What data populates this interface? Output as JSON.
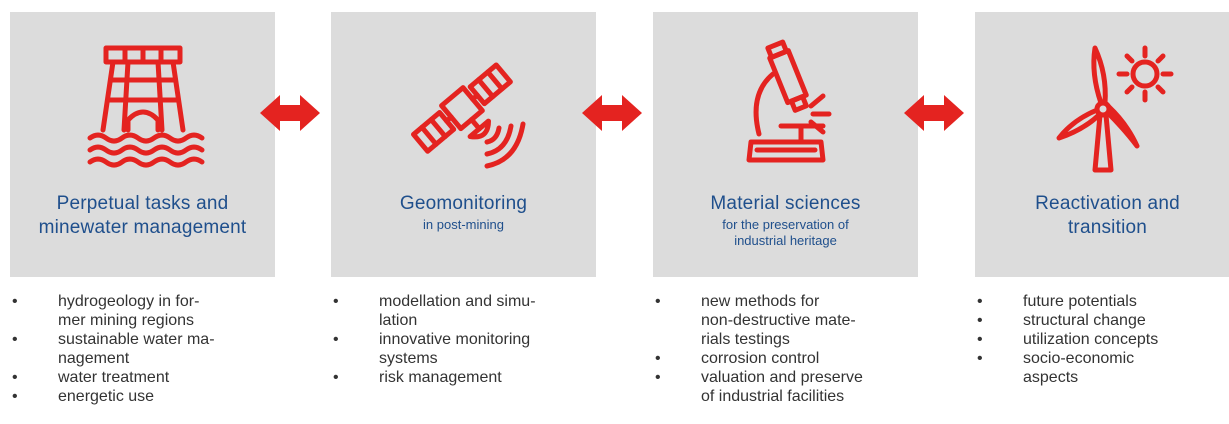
{
  "colors": {
    "card_bg": "#dcdcdc",
    "accent_red": "#e42320",
    "title_blue": "#1f4f8c",
    "text": "#333333"
  },
  "bullet_glyph": "•",
  "cards": [
    {
      "icon": "headframe-water-icon",
      "title": "Perpetual tasks and\nminewater management",
      "subtitle": "",
      "bullets": [
        "hydrogeology in for-\nmer mining regions",
        "sustainable water ma-\nnagement",
        "water treatment",
        "energetic use"
      ]
    },
    {
      "icon": "satellite-icon",
      "title": "Geomonitoring",
      "subtitle": "in post-mining",
      "bullets": [
        "modellation and simu-\nlation",
        "innovative monitoring\nsystems",
        "risk management"
      ]
    },
    {
      "icon": "microscope-icon",
      "title": "Material sciences",
      "subtitle": "for the preservation of\nindustrial heritage",
      "bullets": [
        "new methods for\nnon-destructive mate-\nrials testings",
        "corrosion control",
        "valuation and preserve\nof industrial facilities"
      ]
    },
    {
      "icon": "wind-turbine-sun-icon",
      "title": "Reactivation and\ntransition",
      "subtitle": "",
      "bullets": [
        "future potentials",
        "structural change",
        "utilization concepts",
        "socio-economic\naspects"
      ]
    }
  ],
  "connectors": [
    {
      "icon": "double-arrow-icon"
    },
    {
      "icon": "double-arrow-icon"
    },
    {
      "icon": "double-arrow-icon"
    }
  ]
}
